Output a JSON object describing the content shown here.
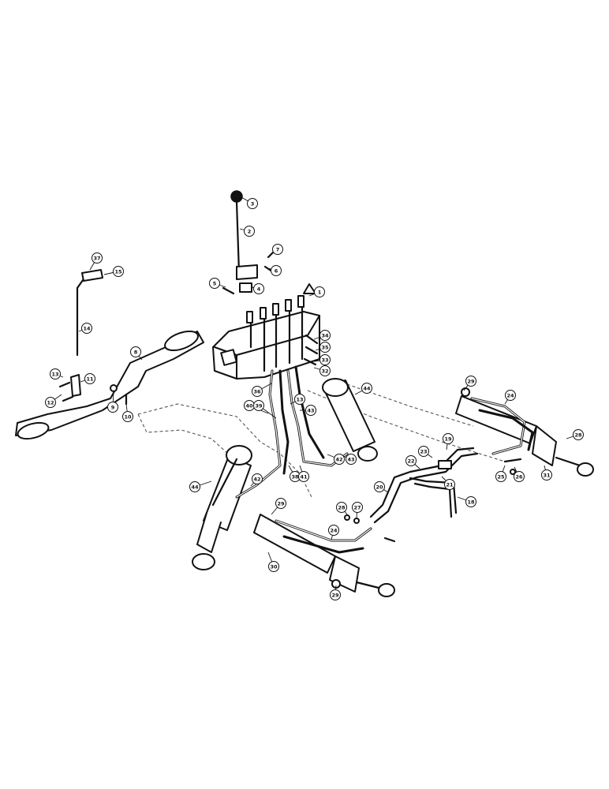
{
  "diagram": {
    "callouts": [
      {
        "id": "c-3",
        "label": "3"
      },
      {
        "id": "c-2",
        "label": "2"
      },
      {
        "id": "c-7",
        "label": "7"
      },
      {
        "id": "c-6",
        "label": "6"
      },
      {
        "id": "c-5",
        "label": "5"
      },
      {
        "id": "c-4",
        "label": "4"
      },
      {
        "id": "c-1",
        "label": "1"
      },
      {
        "id": "c-34",
        "label": "34"
      },
      {
        "id": "c-35a",
        "label": "35"
      },
      {
        "id": "c-33a",
        "label": "33"
      },
      {
        "id": "c-32",
        "label": "32"
      },
      {
        "id": "c-36",
        "label": "36"
      },
      {
        "id": "c-37",
        "label": "37"
      },
      {
        "id": "c-15",
        "label": "15"
      },
      {
        "id": "c-14",
        "label": "14"
      },
      {
        "id": "c-8",
        "label": "8"
      },
      {
        "id": "c-13",
        "label": "13"
      },
      {
        "id": "c-11",
        "label": "11"
      },
      {
        "id": "c-12",
        "label": "12"
      },
      {
        "id": "c-9",
        "label": "9"
      },
      {
        "id": "c-10",
        "label": "10"
      },
      {
        "id": "c-40",
        "label": "40"
      },
      {
        "id": "c-39",
        "label": "39"
      },
      {
        "id": "c-13b",
        "label": "13"
      },
      {
        "id": "c-43a",
        "label": "43"
      },
      {
        "id": "c-44a",
        "label": "44"
      },
      {
        "id": "c-43b",
        "label": "43"
      },
      {
        "id": "c-42a",
        "label": "42"
      },
      {
        "id": "c-38",
        "label": "38"
      },
      {
        "id": "c-41",
        "label": "41"
      },
      {
        "id": "c-44b",
        "label": "44"
      },
      {
        "id": "c-42b",
        "label": "42"
      },
      {
        "id": "c-29a",
        "label": "29"
      },
      {
        "id": "c-24a",
        "label": "24"
      },
      {
        "id": "c-28",
        "label": "28"
      },
      {
        "id": "c-19",
        "label": "19"
      },
      {
        "id": "c-23",
        "label": "23"
      },
      {
        "id": "c-22",
        "label": "22"
      },
      {
        "id": "c-21",
        "label": "21"
      },
      {
        "id": "c-25",
        "label": "25"
      },
      {
        "id": "c-26",
        "label": "26"
      },
      {
        "id": "c-31",
        "label": "31"
      },
      {
        "id": "c-20",
        "label": "20"
      },
      {
        "id": "c-18",
        "label": "18"
      },
      {
        "id": "c-29b",
        "label": "29"
      },
      {
        "id": "c-28b",
        "label": "28"
      },
      {
        "id": "c-27",
        "label": "27"
      },
      {
        "id": "c-24b",
        "label": "24"
      },
      {
        "id": "c-30",
        "label": "30"
      },
      {
        "id": "c-29c",
        "label": "29"
      }
    ]
  }
}
